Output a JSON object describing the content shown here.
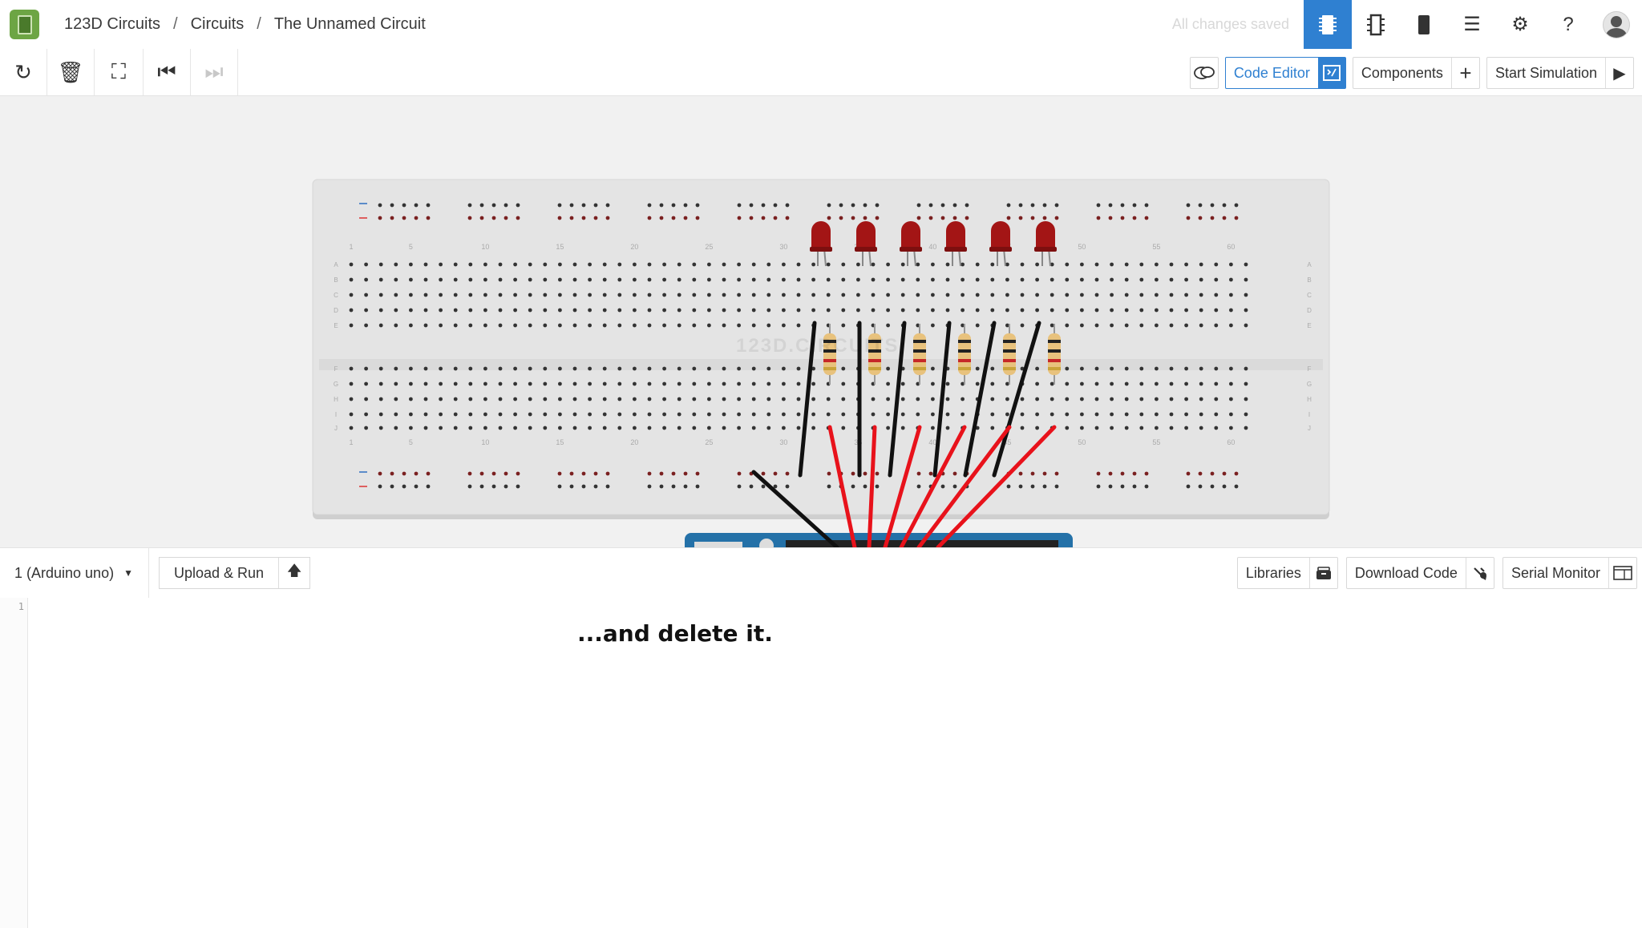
{
  "breadcrumb": {
    "items": [
      "123D Circuits",
      "Circuits",
      "The Unnamed Circuit"
    ],
    "separator": "/"
  },
  "status": {
    "save_text": "All changes saved"
  },
  "top_icons": [
    "breadboard-view-icon",
    "schematic-view-icon",
    "pcb-view-icon",
    "list-icon",
    "gear-icon",
    "help-icon",
    "avatar"
  ],
  "top_icon_glyphs": {
    "list": "☰",
    "gear": "⚙",
    "help": "?"
  },
  "toolbar": {
    "rotate_glyph": "↻",
    "delete_glyph": "🗑",
    "fit_glyph": "⛶",
    "prev_glyph": "⏮",
    "next_glyph": "⏭",
    "code_editor_label": "Code Editor",
    "components_label": "Components",
    "components_icon": "+",
    "start_simulation_label": "Start Simulation",
    "start_simulation_icon": "▶"
  },
  "breadboard": {
    "watermark": "123D.CIRCUITS",
    "column_numbers": [
      "1",
      "5",
      "10",
      "15",
      "20",
      "25",
      "30",
      "35",
      "40",
      "45",
      "50",
      "55",
      "60"
    ],
    "row_letters_top": [
      "A",
      "B",
      "C",
      "D",
      "E"
    ],
    "row_letters_bottom": [
      "F",
      "G",
      "H",
      "I",
      "J"
    ],
    "led_count": 6,
    "resistor_count": 6,
    "colors": {
      "led": "#a31515",
      "wire_black": "#111111",
      "wire_red": "#e8121b",
      "arduino": "#2471a8"
    }
  },
  "editor": {
    "device": "1 (Arduino uno)",
    "device_caret": "▼",
    "upload_label": "Upload & Run",
    "upload_icon": "🡅",
    "libraries_label": "Libraries",
    "download_label": "Download Code",
    "serial_label": "Serial Monitor",
    "line_number": "1"
  },
  "caption": "...and delete it.",
  "accent_color": "#2f80d1"
}
